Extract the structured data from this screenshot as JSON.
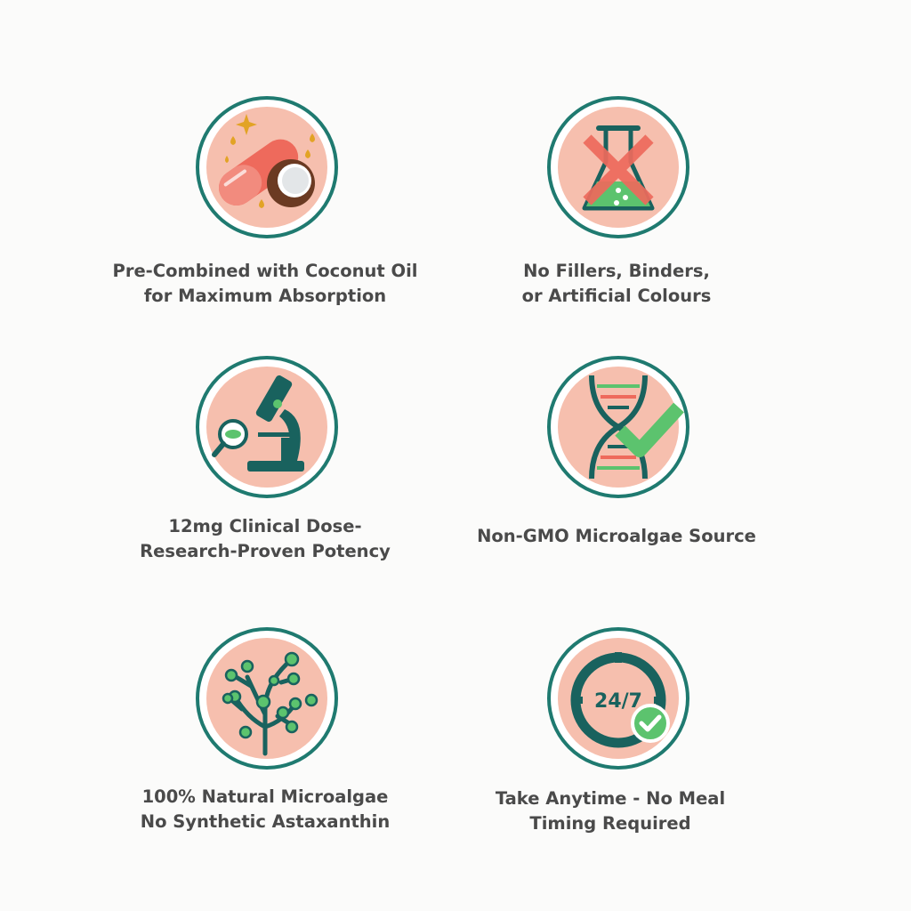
{
  "colors": {
    "ring": "#1f7a70",
    "disc": "#f6bfae",
    "teal": "#19625e",
    "coral": "#ee6a5c",
    "green": "#5cc36e",
    "gold": "#e2a325",
    "text": "#4a4a4a"
  },
  "features": [
    {
      "icon": "capsule-coconut-icon",
      "lines": [
        "Pre-Combined with Coconut Oil",
        "for Maximum Absorption"
      ]
    },
    {
      "icon": "crossed-flask-icon",
      "lines": [
        "No Fillers, Binders,",
        "or Artificial Colours"
      ]
    },
    {
      "icon": "microscope-icon",
      "lines": [
        "12mg Clinical Dose-",
        "Research-Proven Potency"
      ]
    },
    {
      "icon": "dna-check-icon",
      "lines": [
        "Non-GMO Microalgae Source"
      ]
    },
    {
      "icon": "microalgae-branch-icon",
      "lines": [
        "100% Natural Microalgae",
        "No Synthetic Astaxanthin"
      ]
    },
    {
      "icon": "clock-24-7-icon",
      "lines": [
        "Take Anytime - No Meal",
        "Timing Required"
      ],
      "clock_text": "24/7"
    }
  ]
}
